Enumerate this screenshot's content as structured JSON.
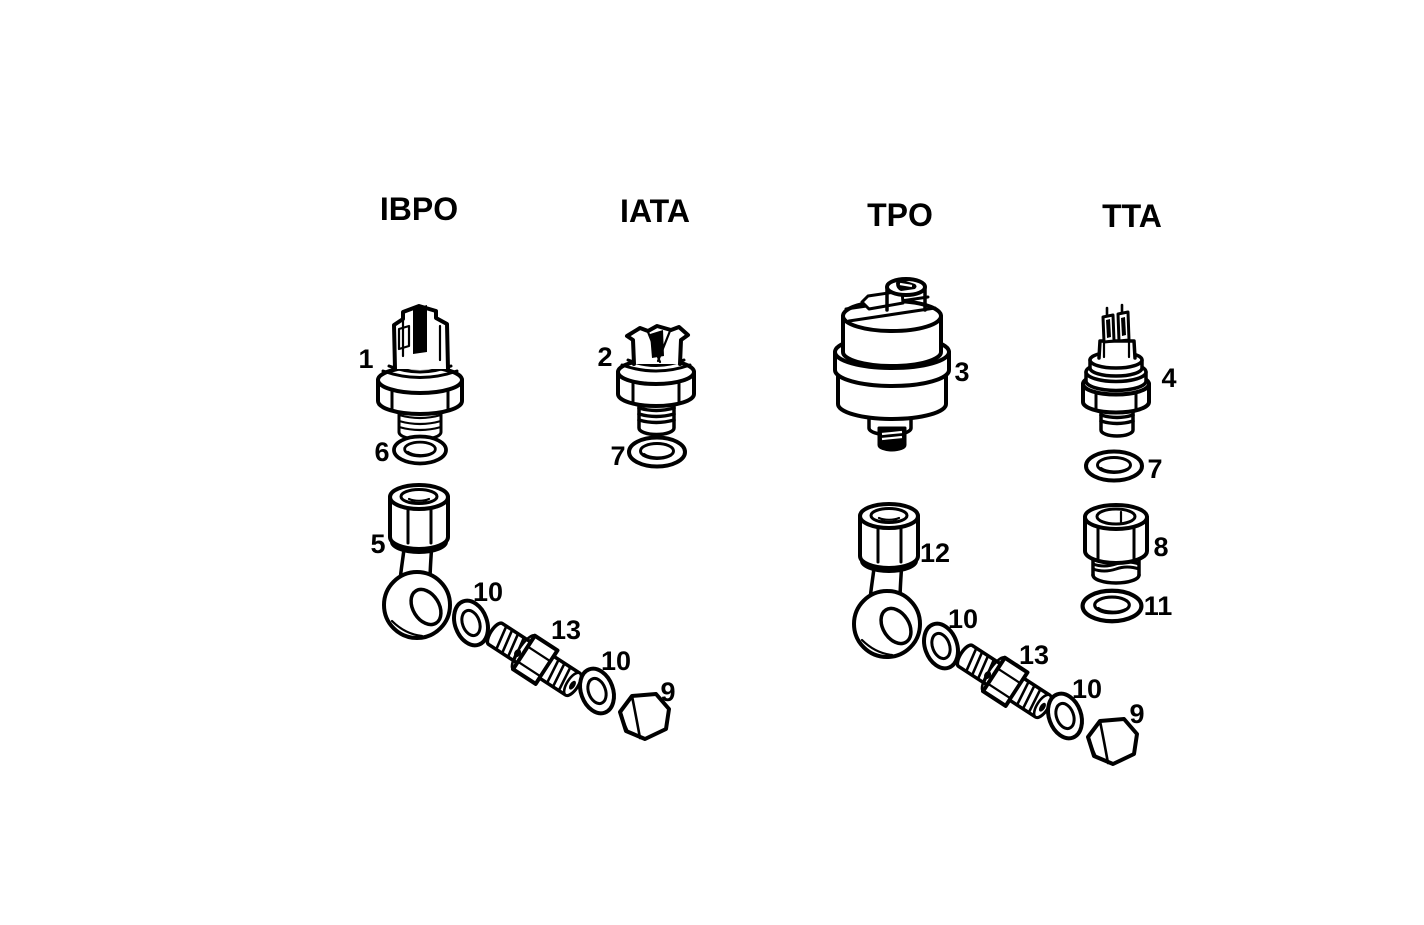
{
  "page": {
    "background_color": "#ffffff",
    "ink_color": "#000000"
  },
  "diagram": {
    "kind": "exploded-parts-line-diagram",
    "columns": [
      {
        "header": "IBPO",
        "callouts": [
          "1",
          "6",
          "5",
          "10",
          "13",
          "10",
          "9"
        ]
      },
      {
        "header": "IATA",
        "callouts": [
          "2",
          "7"
        ]
      },
      {
        "header": "TPO",
        "callouts": [
          "3",
          "12",
          "10",
          "13",
          "10",
          "9"
        ]
      },
      {
        "header": "TTA",
        "callouts": [
          "4",
          "7",
          "8",
          "11"
        ]
      }
    ]
  }
}
